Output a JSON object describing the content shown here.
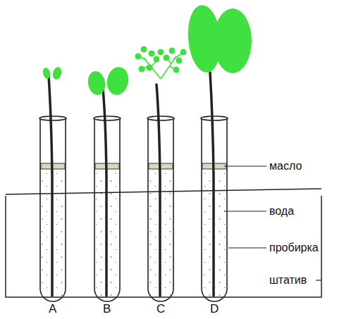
{
  "diagram": {
    "labels": [
      "масло",
      "вода",
      "пробирка",
      "штатив",
      "A",
      "B",
      "C",
      "D"
    ]
  }
}
